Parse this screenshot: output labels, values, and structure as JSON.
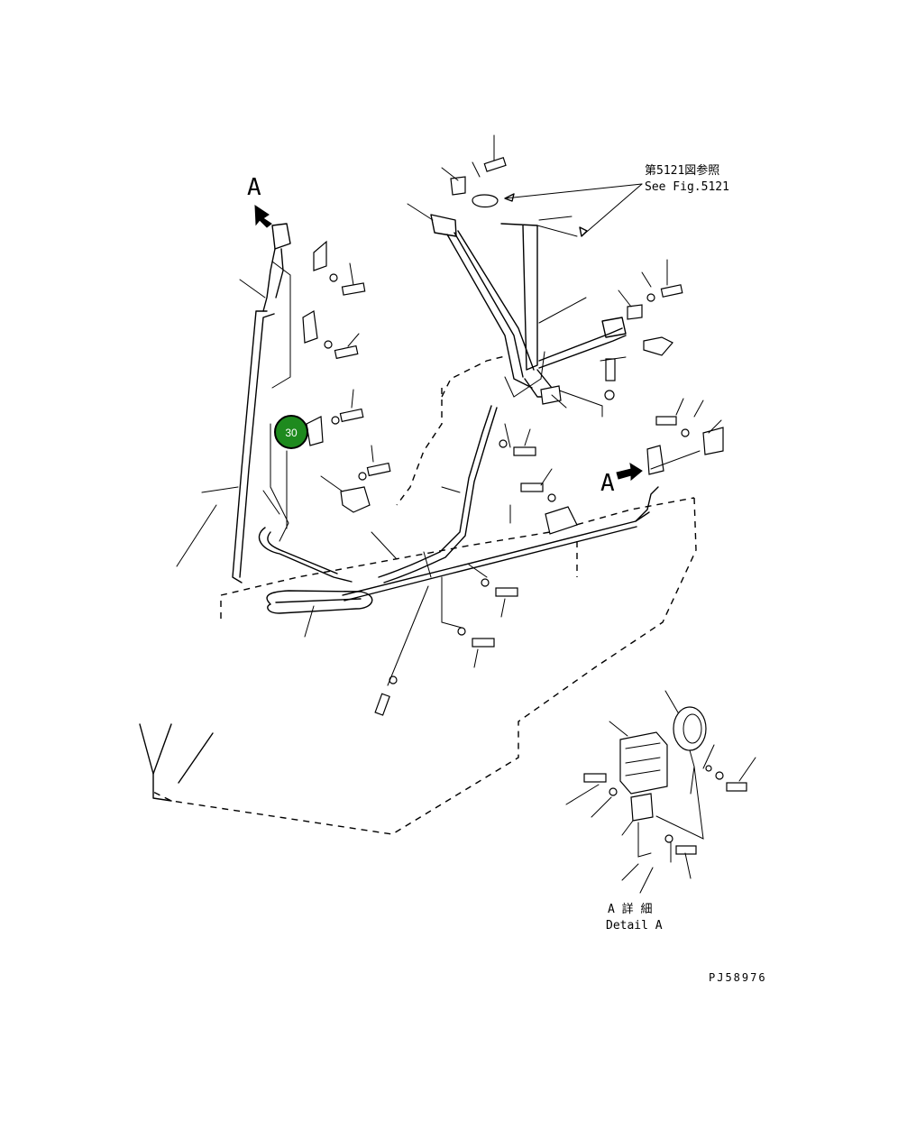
{
  "reference_note": {
    "ja": "第5121図参照",
    "en": "See Fig.5121"
  },
  "view_labels": {
    "view_a_top": "A",
    "view_a_right": "A"
  },
  "detail_label": {
    "ja": "A 詳 細",
    "en": "Detail A"
  },
  "callout": {
    "number": "30",
    "color": "#1e8a1e"
  },
  "drawing_code": "PJ58976"
}
